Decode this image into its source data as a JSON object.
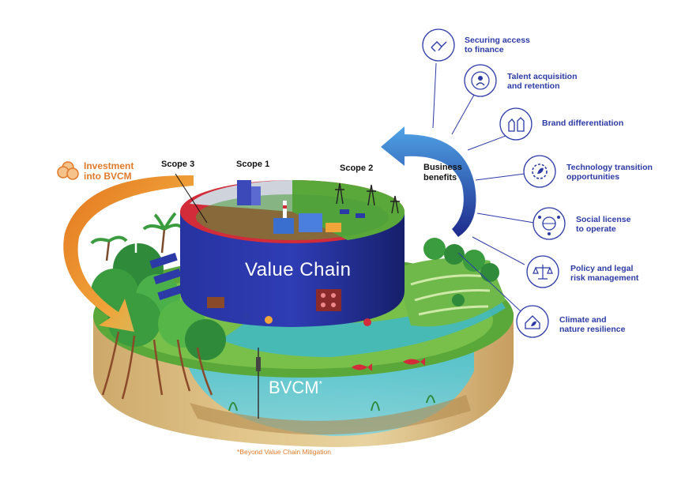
{
  "labels": {
    "scope1": "Scope 1",
    "scope2": "Scope 2",
    "scope3": "Scope 3",
    "investment_line1": "Investment",
    "investment_line2": "into BVCM",
    "business_line1": "Business",
    "business_line2": "benefits",
    "value_chain": "Value Chain",
    "bvcm": "BVCM",
    "bvcm_mark": "*",
    "footnote": "*Beyond Value Chain Mitigation"
  },
  "benefits": [
    {
      "line1": "Securing access",
      "line2": "to finance",
      "icon": "handshake-icon"
    },
    {
      "line1": "Talent acquisition",
      "line2": "and retention",
      "icon": "person-ring-icon"
    },
    {
      "line1": "Brand differentiation",
      "line2": "",
      "icon": "chess-pieces-icon"
    },
    {
      "line1": "Technology transition",
      "line2": "opportunities",
      "icon": "gear-leaf-icon"
    },
    {
      "line1": "Social license",
      "line2": "to operate",
      "icon": "globe-people-icon"
    },
    {
      "line1": "Policy and legal",
      "line2": "risk management",
      "icon": "scales-icon"
    },
    {
      "line1": "Climate and",
      "line2": "nature resilience",
      "icon": "house-leaf-icon"
    }
  ],
  "colors": {
    "benefit_blue": "#2b3aa6",
    "investment_orange": "#e07a2a",
    "value_chain_navy": "#1f2a8a",
    "scope3_red": "#d22b3a",
    "grass_green": "#5aa83a",
    "water_cyan": "#3fb8c8",
    "soil_tan": "#c8a46a"
  }
}
